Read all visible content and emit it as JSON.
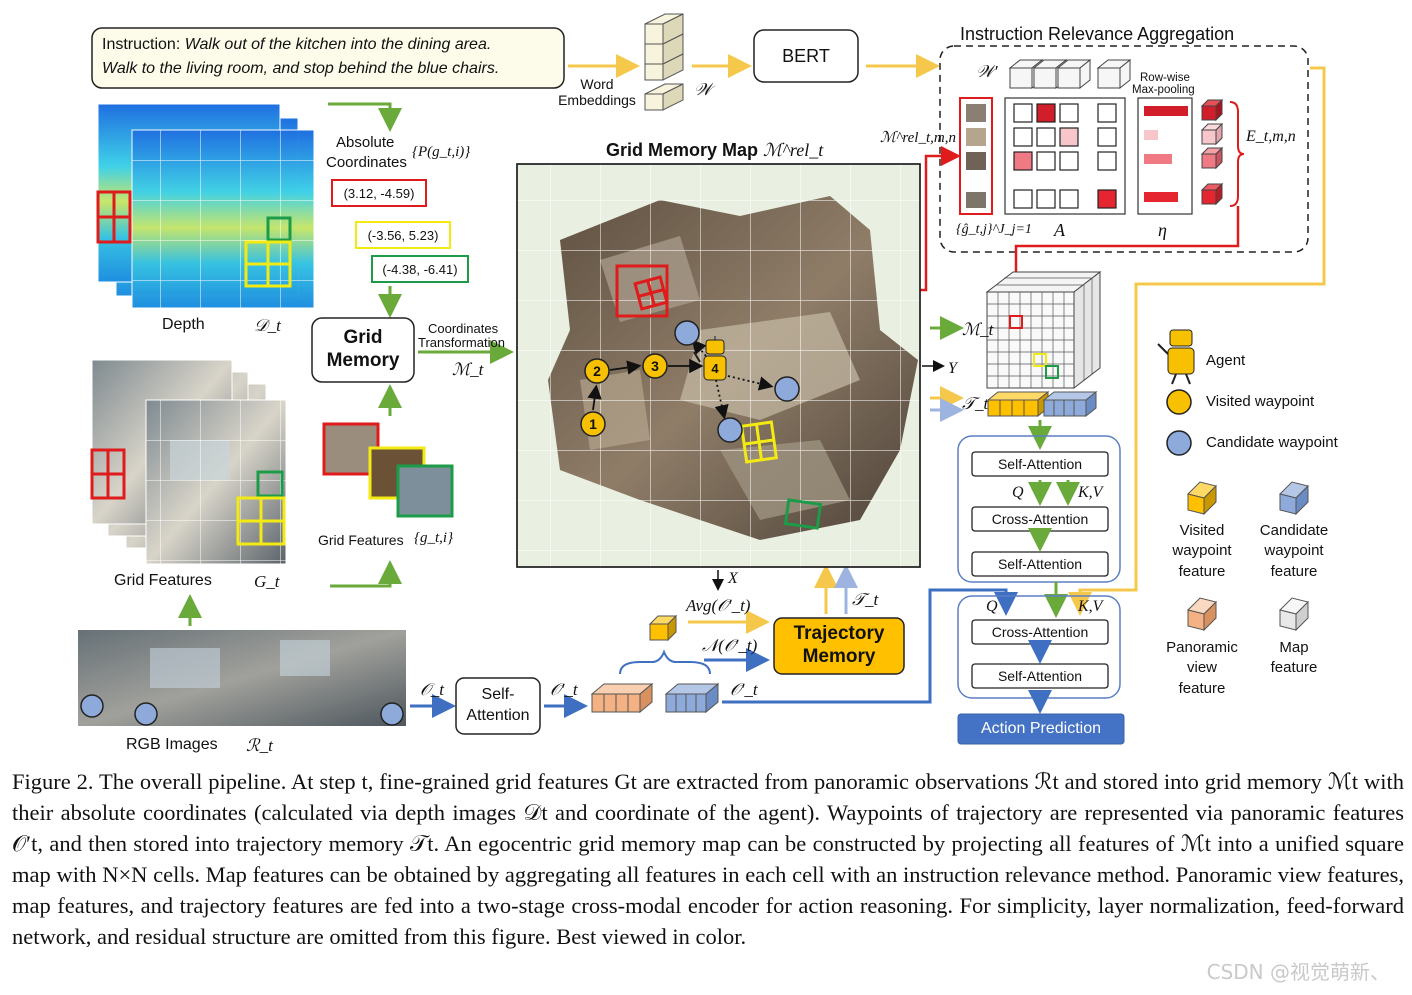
{
  "instruction": {
    "prefix": "Instruction:",
    "line1": "Walk out of the kitchen into the dining area.",
    "line2": "Walk to the living room, and stop behind the blue chairs."
  },
  "labels": {
    "word_embeddings": "Word\nEmbeddings",
    "w_symbol": "𝒲",
    "bert": "BERT",
    "ira_title": "Instruction Relevance  Aggregation",
    "w_prime": "𝒲′",
    "row_wise": "Row-wise",
    "max_pooling": "Max-pooling",
    "m_rel_tmn": "ℳ^rel_t,m,n",
    "e_tmn": "E_t,m,n",
    "g_hat": "{ĝ_t,j}^J_j=1",
    "a_symbol": "A",
    "eta_symbol": "η",
    "grid_memory_map": "Grid Memory Map",
    "m_rel_t": "ℳ^rel_t",
    "depth": "Depth",
    "depth_sym": "𝒟_t",
    "absolute": "Absolute",
    "coordinates": "Coordinates",
    "p_g": "{P(g_t,i)}",
    "coord1": "(3.12, -4.59)",
    "coord2": "(-3.56, 5.23)",
    "coord3": "(-4.38, -6.41)",
    "grid_memory": "Grid\nMemory",
    "coord_transform_1": "Coordinates",
    "coord_transform_2": "Transformation",
    "m_t": "ℳ_t",
    "grid_features_small": "Grid Features",
    "g_set": "{g_t,i}",
    "grid_features": "Grid Features",
    "g_t": "G_t",
    "rgb_images": "RGB Images",
    "r_t": "ℛ_t",
    "o_t": "𝒪_t",
    "self_attention_box": "Self-\nAttention",
    "o_prime": "𝒪′_t",
    "avg": "Avg(𝒪′_t)",
    "n_o": "𝒩(𝒪′_t)",
    "trajectory_memory": "Trajectory\nMemory",
    "t_t": "𝒯_t",
    "x_axis": "X",
    "y_axis": "Y",
    "self_attention": "Self-Attention",
    "cross_attention": "Cross-Attention",
    "q": "Q",
    "kv": "K,V",
    "action_prediction": "Action Prediction",
    "agent": "Agent",
    "visited_waypoint": "Visited waypoint",
    "candidate_waypoint": "Candidate waypoint",
    "visited_feature": "Visited\nwaypoint\nfeature",
    "candidate_feature": "Candidate\nwaypoint\nfeature",
    "panoramic_feature": "Panoramic\nview\nfeature",
    "map_feature": "Map\nfeature",
    "waypoints": [
      "1",
      "2",
      "3",
      "4"
    ]
  },
  "colors": {
    "green_arrow": "#6aaa3a",
    "yellow_arrow": "#f5c84c",
    "blue_line": "#3f6fc0",
    "red": "#e01b1b",
    "gold": "#f7c000",
    "candidate_blue": "#8eaadb",
    "encoder_border": "#5b7fc4",
    "action_fill": "#4472c4",
    "trajectory_fill": "#ffc000",
    "panoramic_orange": "#f4b183",
    "map_gray": "#e8e8e8"
  },
  "caption": "Figure 2. The overall pipeline. At step t, fine-grained grid features Gt are extracted from panoramic observations ℛt and stored into grid memory ℳt with their absolute coordinates (calculated via depth images 𝒟t and coordinate of the agent). Waypoints of trajectory are represented via panoramic features 𝒪′t, and then stored into trajectory memory 𝒯t. An egocentric grid memory map can be constructed by projecting all features of ℳt into a unified square map with N×N cells. Map features can be obtained by aggregating all features in each cell with an instruction relevance method. Panoramic view features, map features, and trajectory features are fed into a two-stage cross-modal encoder for action reasoning. For simplicity, layer normalization, feed-forward network, and residual structure are omitted from this figure. Best viewed in color.",
  "watermark": "CSDN @视觉萌新、"
}
